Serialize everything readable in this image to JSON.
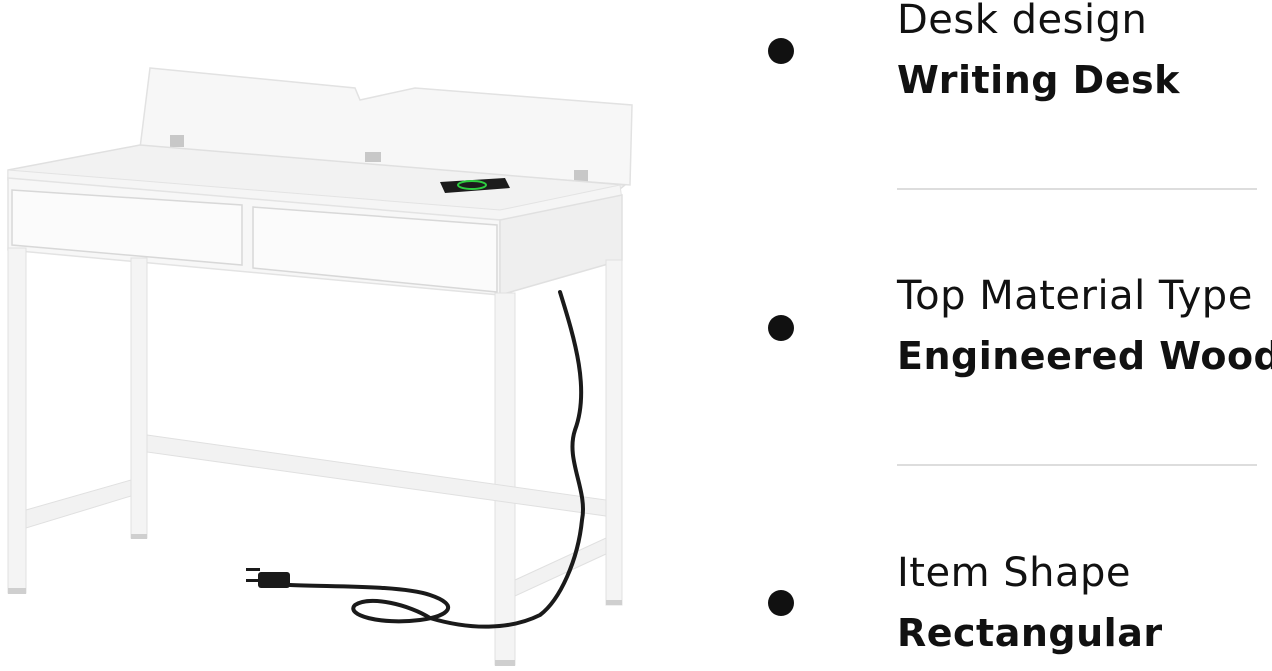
{
  "specs": [
    {
      "label": "Desk design",
      "value": "Writing Desk",
      "icon": "bullet-icon"
    },
    {
      "label": "Top Material Type",
      "value": "Engineered Wood",
      "icon": "bullet-icon"
    },
    {
      "label": "Item Shape",
      "value": "Rectangular",
      "icon": "bullet-icon"
    }
  ],
  "colors": {
    "text": "#111111",
    "divider": "#dddddd",
    "desk": "#f4f4f4",
    "cable": "#1a1a1a",
    "charge_indicator": "#2ecc40"
  }
}
